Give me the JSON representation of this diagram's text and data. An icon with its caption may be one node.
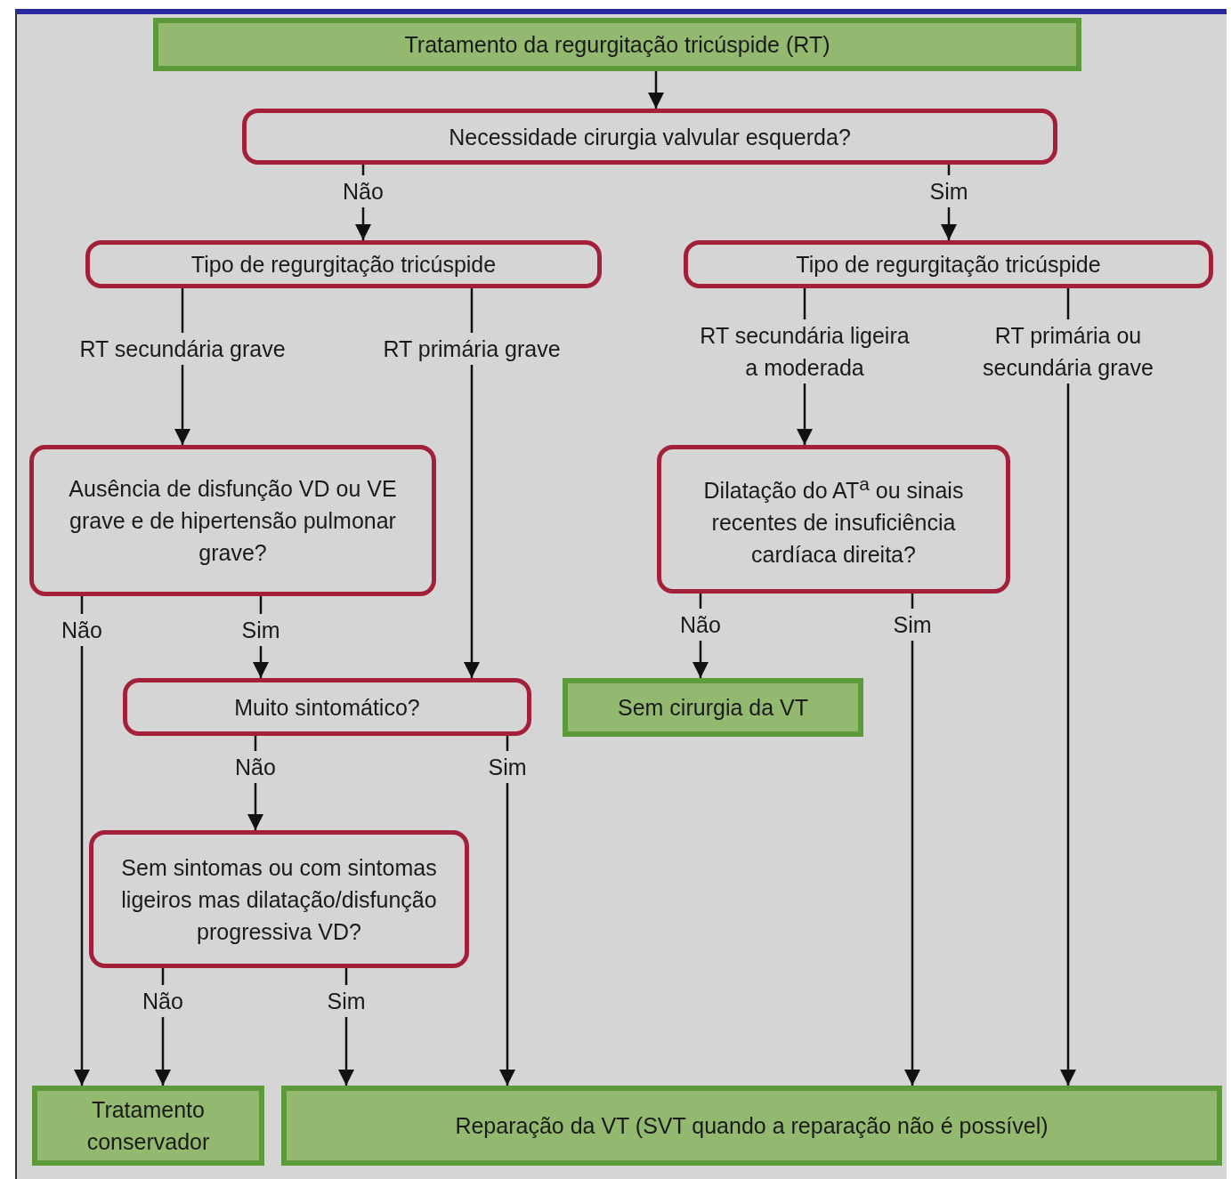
{
  "diagram": {
    "nodes": [
      {
        "text": [
          "Tratamento da regurgitação tricúspide (RT)"
        ]
      },
      {
        "text": [
          "Necessidade cirurgia valvular esquerda?"
        ]
      },
      {
        "text": [
          "Tipo de regurgitação tricúspide"
        ]
      },
      {
        "text": [
          "Tipo de regurgitação tricúspide"
        ]
      },
      {
        "text": [
          "Ausência de disfunção VD ou VE grave e de hipertensão pulmonar grave?"
        ]
      },
      {
        "text": [
          "Dilatação do AT$^{a}$ ou sinais recentes de insuficiência cardíaca direita?"
        ]
      },
      {
        "text": [
          "Muito sintomático?"
        ]
      },
      {
        "text": [
          "Sem cirurgia da VT"
        ]
      },
      {
        "text": [
          "Sem sintomas ou com sintomas ligeiros mas dilatação/disfunção progressiva VD?"
        ]
      },
      {
        "text": [
          "Tratamento conservador"
        ]
      },
      {
        "text": [
          "Reparação da VT (SVT quando a reparação não é possível)"
        ]
      }
    ],
    "edges": [
      {
        "from": 0,
        "to": 1,
        "arrow": "to"
      },
      {
        "from": 1,
        "to": 2,
        "arrow": "to",
        "label": "Não"
      },
      {
        "from": 1,
        "to": 3,
        "arrow": "to",
        "label": "Sim"
      },
      {
        "from": 2,
        "to": 4,
        "arrow": "to",
        "label": "RT secundária grave"
      },
      {
        "from": 2,
        "to": 6,
        "arrow": "to",
        "label": "RT primária grave"
      },
      {
        "from": 3,
        "to": 5,
        "arrow": "to",
        "label": "RT secundária ligeira a moderada"
      },
      {
        "from": 3,
        "to": 10,
        "arrow": "to",
        "label": "RT primária ou secundária grave"
      },
      {
        "from": 4,
        "to": 9,
        "arrow": "to",
        "label": "Não"
      },
      {
        "from": 4,
        "to": 6,
        "arrow": "to",
        "label": "Sim"
      },
      {
        "from": 5,
        "to": 7,
        "arrow": "to",
        "label": "Não"
      },
      {
        "from": 5,
        "to": 10,
        "arrow": "to",
        "label": "Sim"
      },
      {
        "from": 6,
        "to": 8,
        "arrow": "to",
        "label": "Não"
      },
      {
        "from": 6,
        "to": 10,
        "arrow": "to",
        "label": "Sim"
      },
      {
        "from": 8,
        "to": 9,
        "arrow": "to",
        "label": "Não"
      },
      {
        "from": 8,
        "to": 10,
        "arrow": "to",
        "label": "Sim"
      }
    ]
  }
}
